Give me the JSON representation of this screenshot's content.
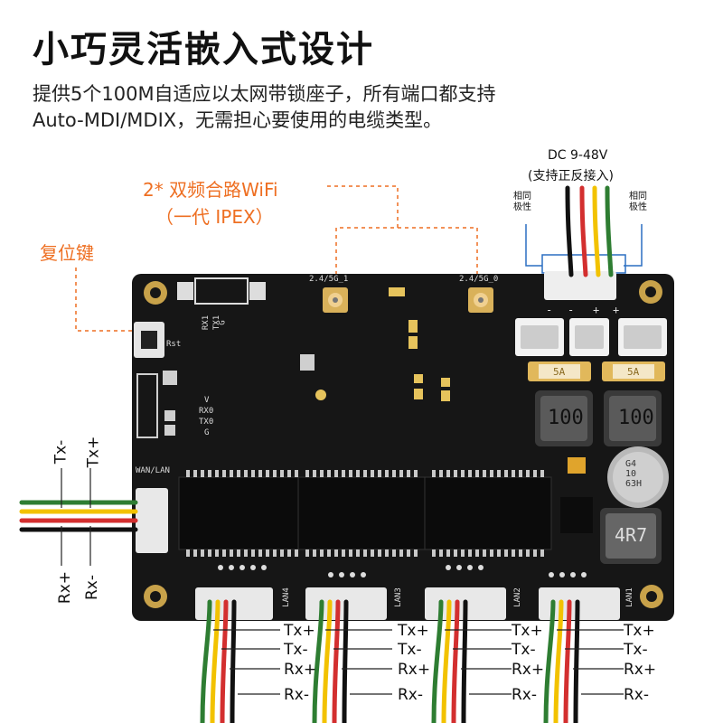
{
  "title": "小巧灵活嵌入式设计",
  "description": {
    "line1": "提供5个100M自适应以太网带锁座子，所有端口都支持",
    "line2": "Auto-MDI/MDIX，无需担心要使用的电缆类型。"
  },
  "callouts": {
    "wifi_line1": "2* 双频合路WiFi",
    "wifi_line2": "（一代 IPEX）",
    "reset": "复位键",
    "dc_line1": "DC 9-48V",
    "dc_line2": "(支持正反接入)",
    "polarity_left": "相同\n极性",
    "polarity_right": "相同\n极性"
  },
  "board_labels": {
    "ant1": "2.4/5G_1",
    "ant0": "2.4/5G_0",
    "rst": "Rst",
    "rx1": "RX1",
    "tx1": "TX1",
    "g1": "G",
    "v": "V",
    "rx0": "RX0",
    "tx0": "TX0",
    "g0": "G",
    "wan_lan": "WAN/LAN",
    "lan4": "LAN4",
    "lan3": "LAN3",
    "lan2": "LAN2",
    "lan1": "LAN1",
    "fuse1": "5A",
    "fuse2": "5A",
    "inductor1": "100",
    "inductor2": "100",
    "cap": "G4\n10\n63H",
    "inductor3": "4R7",
    "pin_minus1": "-",
    "pin_minus2": "-",
    "pin_plus1": "+",
    "pin_plus2": "+"
  },
  "wire_labels": {
    "left_tx_minus": "Tx-",
    "left_tx_plus": "Tx+",
    "left_rx_plus": "Rx+",
    "left_rx_minus": "Rx-",
    "lan4": {
      "tx_plus": "Tx+",
      "tx_minus": "Tx-",
      "rx_plus": "Rx+",
      "rx_minus": "Rx-"
    },
    "lan3": {
      "tx_plus": "Tx+",
      "tx_minus": "Tx-",
      "rx_plus": "Rx+",
      "rx_minus": "Rx-"
    },
    "lan2": {
      "tx_plus": "Tx+",
      "tx_minus": "Tx-",
      "rx_plus": "Rx+",
      "rx_minus": "Rx-"
    },
    "lan1": {
      "tx_plus": "Tx+",
      "tx_minus": "Tx-",
      "rx_plus": "Rx+",
      "rx_minus": "Rx-"
    }
  },
  "colors": {
    "accent": "#ee6f22",
    "board": "#161616",
    "wire_green": "#2e7d32",
    "wire_yellow": "#f2c200",
    "wire_red": "#d32f2f",
    "wire_black": "#111111"
  }
}
